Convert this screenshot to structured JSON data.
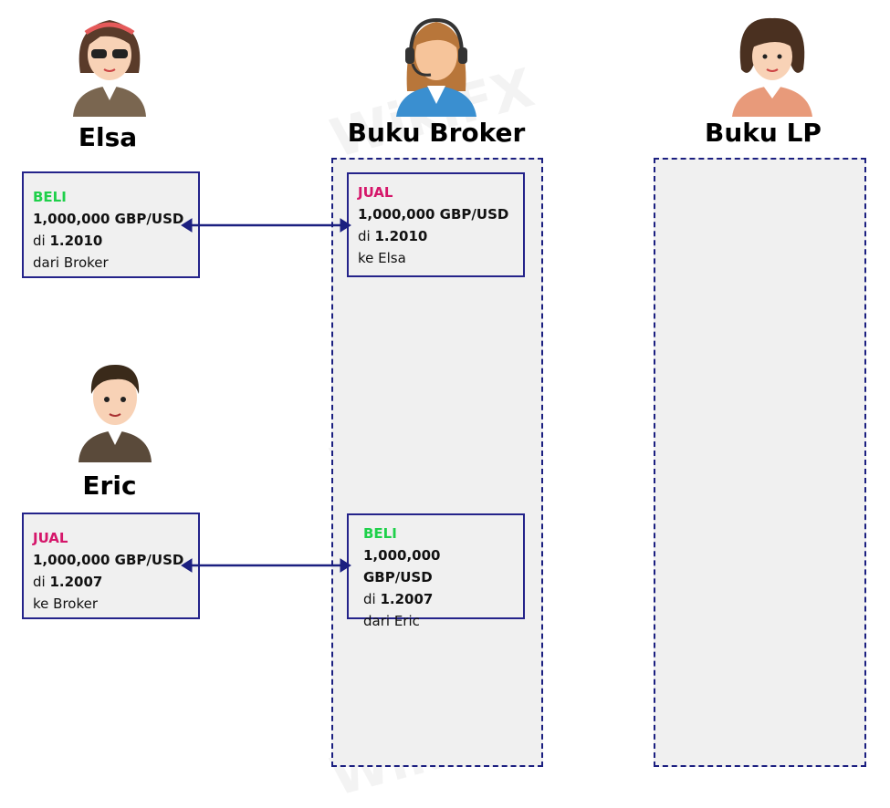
{
  "people": {
    "elsa": {
      "name": "Elsa"
    },
    "broker": {
      "name": "Buku Broker"
    },
    "lp": {
      "name": "Buku LP"
    },
    "eric": {
      "name": "Eric"
    }
  },
  "trades": {
    "elsa": {
      "action": "BELI",
      "amount": "1,000,000 GBP/USD",
      "at": "di",
      "price": "1.2010",
      "party": "dari Broker"
    },
    "broker_elsa": {
      "action": "JUAL",
      "amount": "1,000,000 GBP/USD",
      "at": "di",
      "price": "1.2010",
      "party": "ke Elsa"
    },
    "eric": {
      "action": "JUAL",
      "amount": "1,000,000 GBP/USD",
      "at": "di",
      "price": "1.2007",
      "party": "ke Broker"
    },
    "broker_eric": {
      "action": "BELI",
      "amount": "1,000,000 GBP/USD",
      "at": "di",
      "price": "1.2007",
      "party": "dari Eric"
    }
  },
  "watermark": "WikiFX",
  "colors": {
    "beli": "#1ed04a",
    "jual": "#d5166a",
    "border": "#24238a"
  }
}
